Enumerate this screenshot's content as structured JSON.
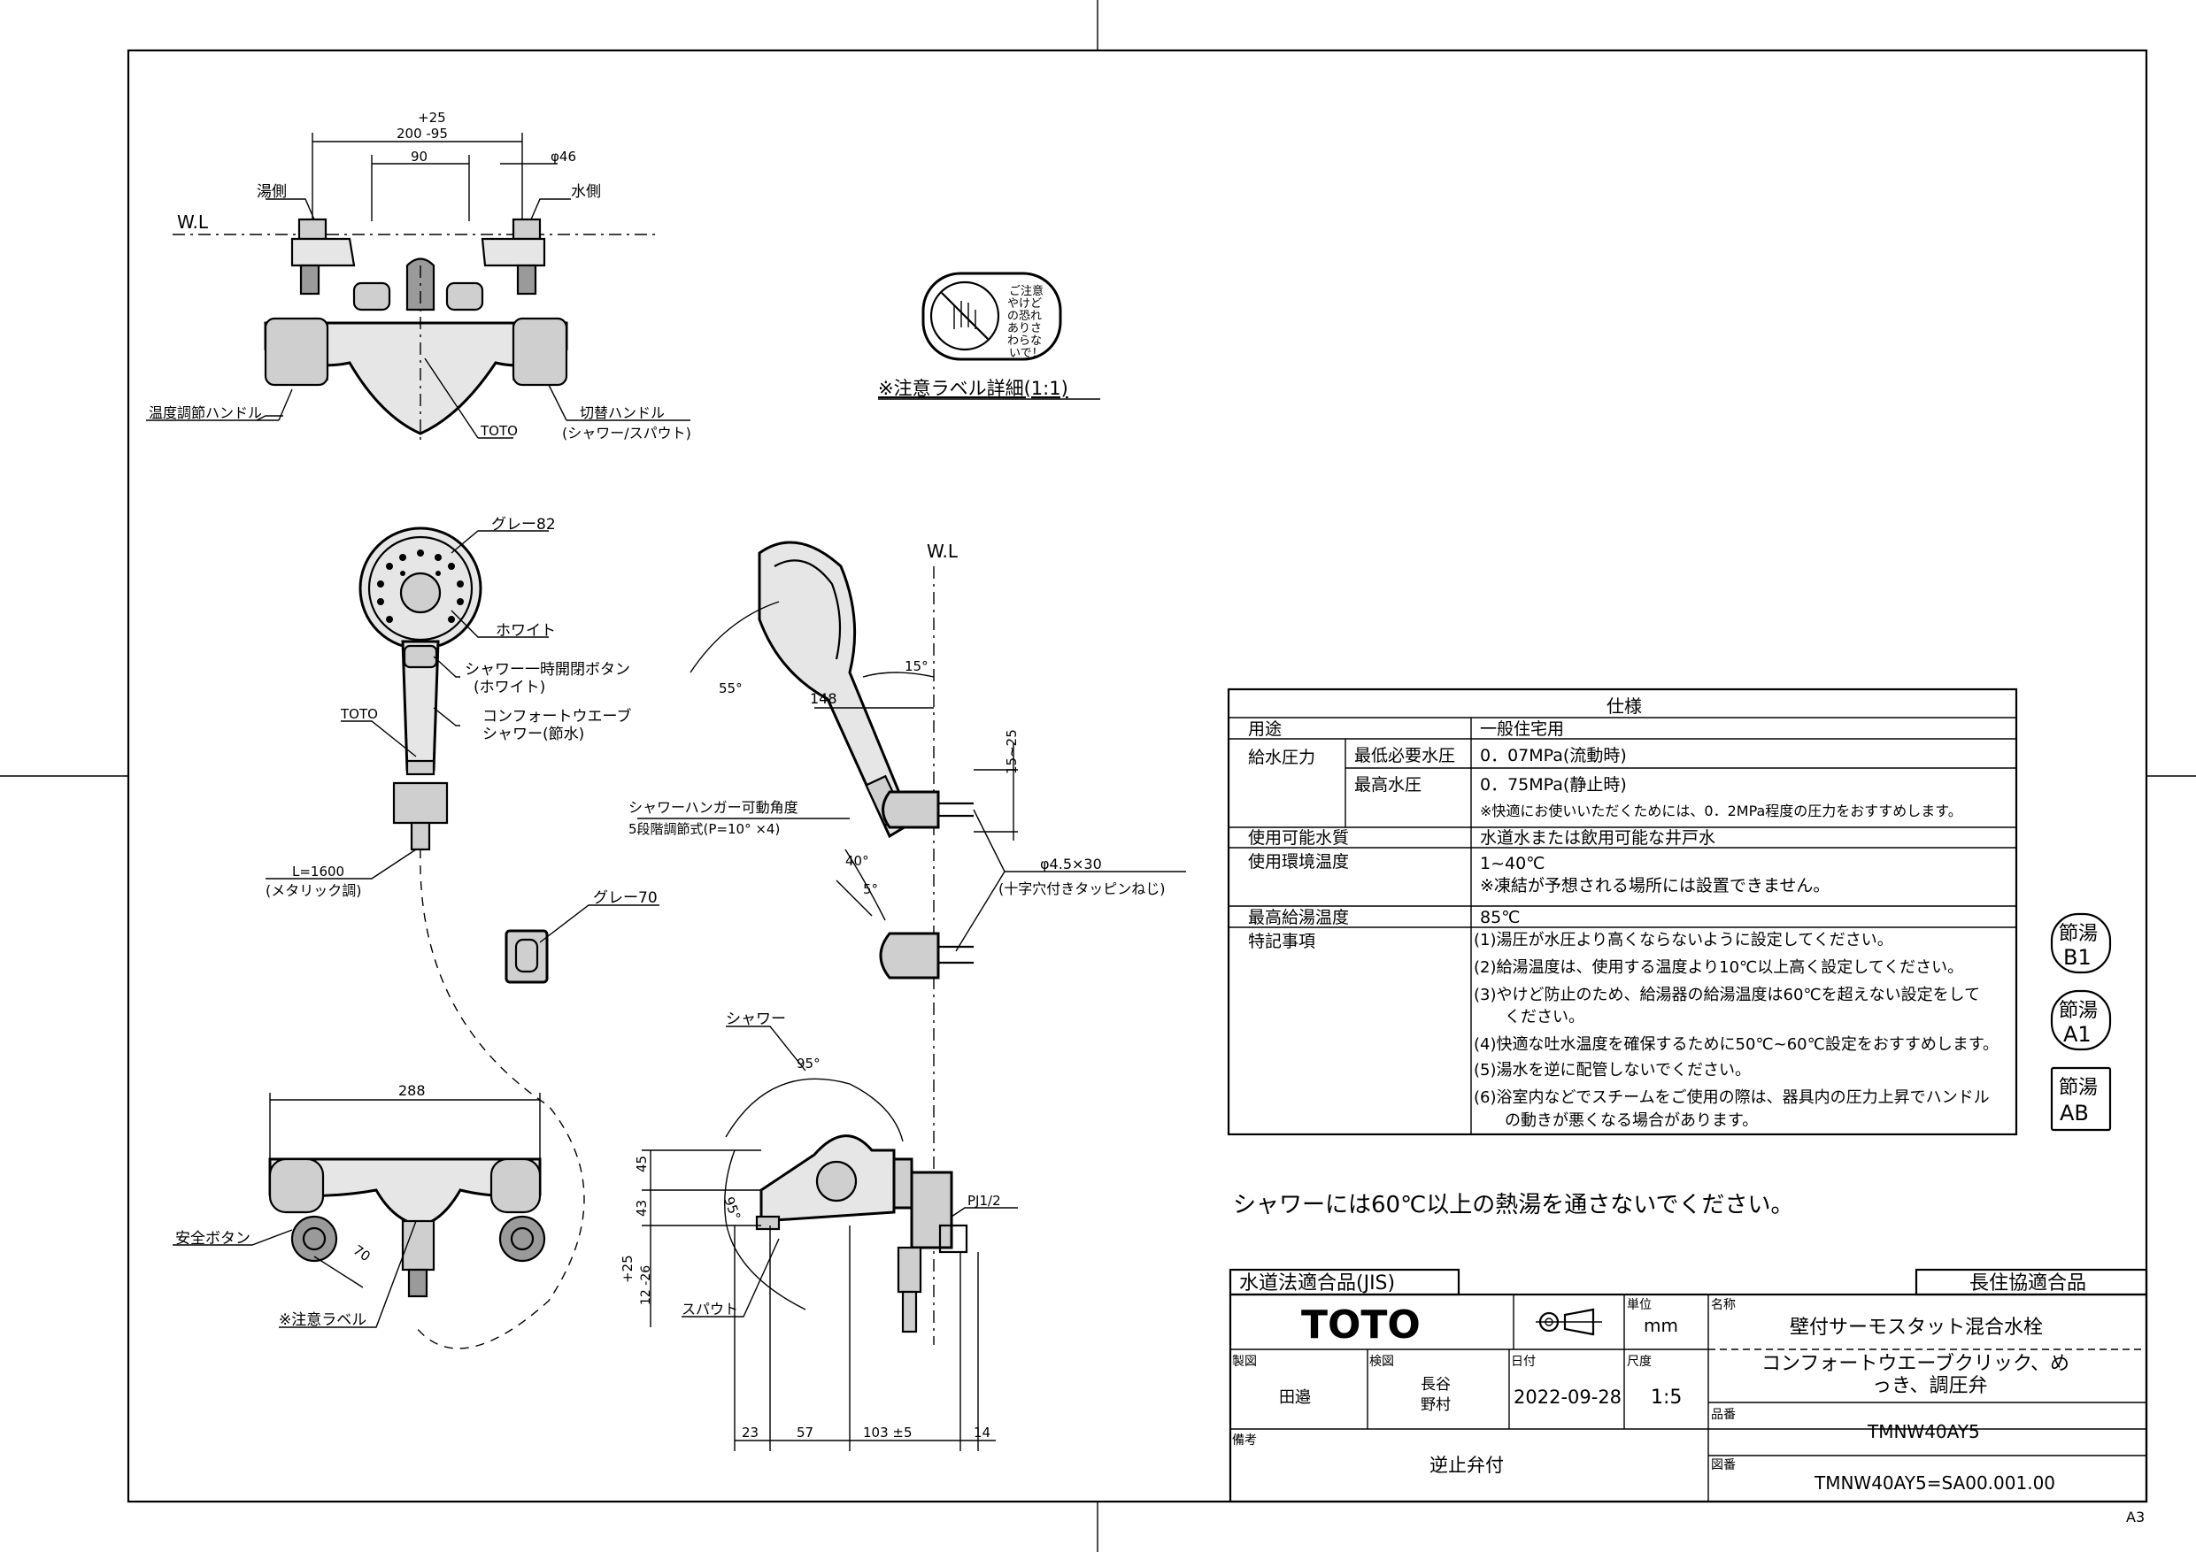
{
  "page": {
    "size_label": "A3"
  },
  "notice_label": {
    "text_lines": [
      "ご注意",
      "やけど",
      "の恐れ",
      "ありさ",
      "わらな",
      "いで！"
    ],
    "caption": "※注意ラベル詳細(1:1)"
  },
  "dims_top": {
    "plus25": "+25",
    "d200": "200 -95",
    "d90": "90",
    "phi46": "φ46",
    "wl": "W.L"
  },
  "labels_top": {
    "hot": "湯側",
    "cold": "水側",
    "temp_handle": "温度調節ハンドル",
    "toto": "TOTO",
    "switch_handle": "切替ハンドル",
    "switch_handle_sub": "(シャワー/スパウト)"
  },
  "labels_shower": {
    "grey82": "グレー82",
    "white": "ホワイト",
    "pause_button": "シャワー一時開閉ボタン",
    "pause_button_sub": "(ホワイト)",
    "toto": "TOTO",
    "comfort": "コンフォートウエーブ",
    "comfort_sub": "シャワー(節水)",
    "hose": "L=1600",
    "hose_sub": "(メタリック調)",
    "grey70": "グレー70"
  },
  "labels_side": {
    "wl": "W.L",
    "a15": "15°",
    "a55": "55°",
    "d148": "148",
    "d15_25": "15~25",
    "hanger": "シャワーハンガー可動角度",
    "hanger_sub": "5段階調節式(P=10° ×4)",
    "a40": "40°",
    "a5": "5°",
    "screw": "φ4.5×30",
    "screw_sub": "(十字穴付きタッピンねじ)",
    "shower": "シャワー",
    "a95": "95°",
    "a95b": "95°",
    "d45": "45",
    "d43": "43",
    "d25": "+25",
    "d12_26": "12 -26",
    "spout": "スパウト",
    "pj": "PJ1/2",
    "d23": "23",
    "d57": "57",
    "d103": "103 ±5",
    "d14": "14"
  },
  "labels_front": {
    "d288": "288",
    "safety": "安全ボタン",
    "d70": "70",
    "notice": "※注意ラベル"
  },
  "spec": {
    "title": "仕様",
    "rows": [
      {
        "label": "用途",
        "sub": "",
        "value": "一般住宅用"
      },
      {
        "label": "給水圧力",
        "sub": "最低必要水圧",
        "value": "0．07MPa(流動時)"
      },
      {
        "label": "",
        "sub": "最高水圧",
        "value": "0．75MPa(静止時)"
      },
      {
        "label": "",
        "sub": "",
        "value": "※快適にお使いいただくためには、0．2MPa程度の圧力をおすすめします。"
      },
      {
        "label": "使用可能水質",
        "sub": "",
        "value": "水道水または飲用可能な井戸水"
      },
      {
        "label": "使用環境温度",
        "sub": "",
        "value": "1~40℃"
      },
      {
        "label": "",
        "sub": "",
        "value": "※凍結が予想される場所には設置できません。"
      },
      {
        "label": "最高給湯温度",
        "sub": "",
        "value": "85℃"
      },
      {
        "label": "特記事項",
        "sub": "",
        "value": "(1)湯圧が水圧より高くならないように設定してください。"
      }
    ],
    "notes": [
      "(2)給湯温度は、使用する温度より10℃以上高く設定してください。",
      "(3)やけど防止のため、給湯器の給湯温度は60℃を超えない設定をして",
      "ください。",
      "(4)快適な吐水温度を確保するために50℃~60℃設定をおすすめします。",
      "(5)湯水を逆に配管しないでください。",
      "(6)浴室内などでスチームをご使用の際は、器具内の圧力上昇でハンドル",
      "の動きが悪くなる場合があります。"
    ]
  },
  "badges": [
    {
      "top": "節湯",
      "bottom": "B1"
    },
    {
      "top": "節湯",
      "bottom": "A1"
    },
    {
      "top": "節湯",
      "bottom": "AB"
    }
  ],
  "warning": "シャワーには60℃以上の熱湯を通さないでください。",
  "title_block": {
    "jis": "水道法適合品(JIS)",
    "chojyu": "長住協適合品",
    "logo": "TOTO",
    "unit_label": "単位",
    "unit": "mm",
    "name_label": "名称",
    "name1": "壁付サーモスタット混合水栓",
    "name2": "コンフォートウエーブクリック、め",
    "name3": "っき、調圧弁",
    "drawn_label": "製図",
    "drawn": "田邉",
    "checked_label": "検図",
    "checked1": "長谷",
    "checked2": "野村",
    "date_label": "日付",
    "date": "2022-09-28",
    "scale_label": "尺度",
    "scale": "1:5",
    "part_label": "品番",
    "part": "TMNW40AY5",
    "remarks_label": "備考",
    "remarks": "逆止弁付",
    "drawing_label": "図番",
    "drawing": "TMNW40AY5=SA00.001.00"
  }
}
